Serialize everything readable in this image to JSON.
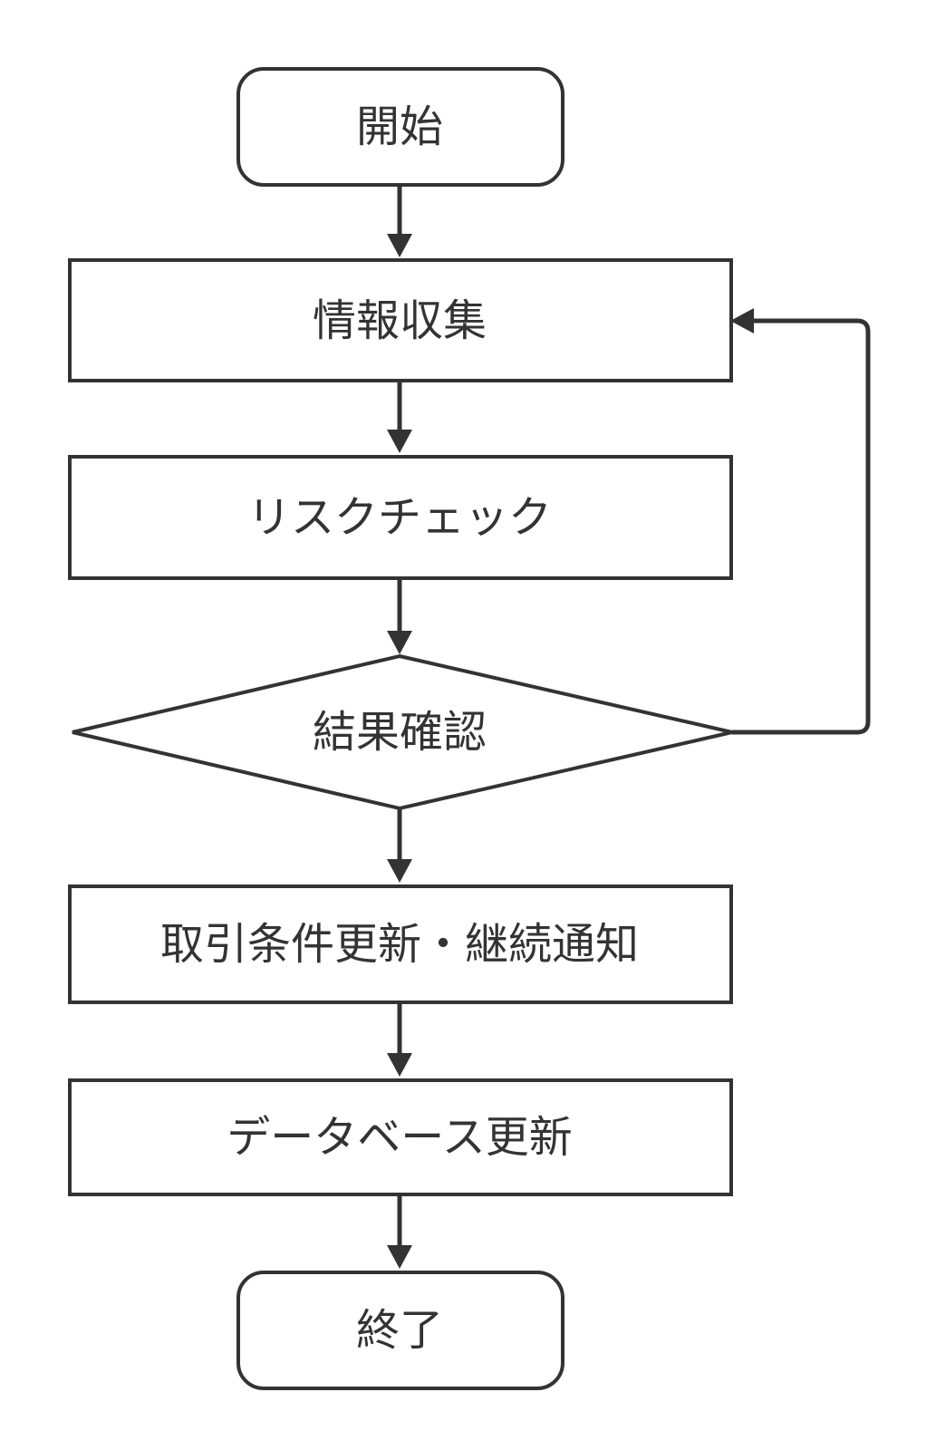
{
  "flowchart": {
    "nodes": {
      "start": "開始",
      "collect": "情報収集",
      "risk_check": "リスクチェック",
      "result_check": "結果確認",
      "update_notify": "取引条件更新・継続通知",
      "db_update": "データベース更新",
      "end": "終了"
    },
    "node_types": {
      "start": "terminator",
      "collect": "process",
      "risk_check": "process",
      "result_check": "decision",
      "update_notify": "process",
      "db_update": "process",
      "end": "terminator"
    },
    "edges": [
      {
        "from": "start",
        "to": "collect"
      },
      {
        "from": "collect",
        "to": "risk_check"
      },
      {
        "from": "risk_check",
        "to": "result_check"
      },
      {
        "from": "result_check",
        "to": "update_notify"
      },
      {
        "from": "result_check",
        "to": "collect"
      },
      {
        "from": "update_notify",
        "to": "db_update"
      },
      {
        "from": "db_update",
        "to": "end"
      }
    ],
    "colors": {
      "stroke": "#333333",
      "fill": "#ffffff",
      "text": "#333333"
    }
  }
}
